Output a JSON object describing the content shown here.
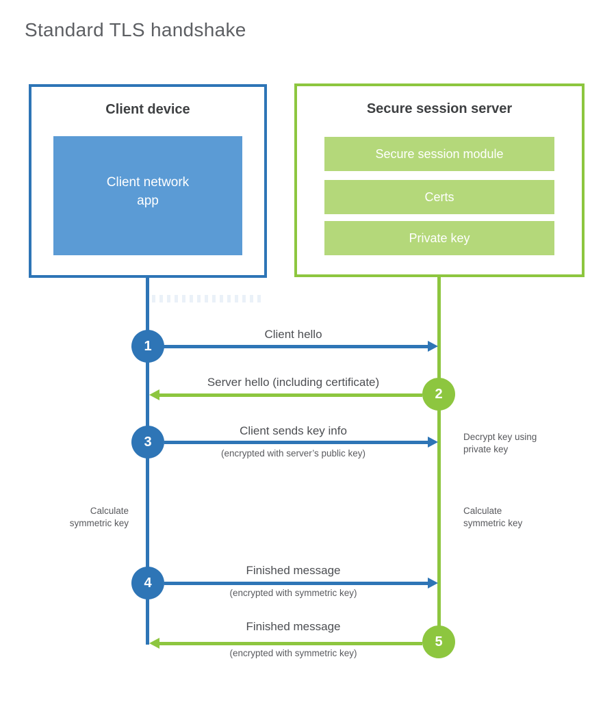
{
  "title": "Standard TLS handshake",
  "client": {
    "header": "Client device",
    "app": "Client network\napp"
  },
  "server": {
    "header": "Secure session server",
    "modules": [
      "Secure session module",
      "Certs",
      "Private key"
    ]
  },
  "messages": [
    {
      "num": "1",
      "label": "Client hello",
      "sub": "",
      "direction": "client-to-server"
    },
    {
      "num": "2",
      "label": "Server hello (including certificate)",
      "sub": "",
      "direction": "server-to-client"
    },
    {
      "num": "3",
      "label": "Client sends key info",
      "sub": "(encrypted with server’s public key)",
      "direction": "client-to-server"
    },
    {
      "num": "4",
      "label": "Finished message",
      "sub": "(encrypted with symmetric key)",
      "direction": "client-to-server"
    },
    {
      "num": "5",
      "label": "Finished message",
      "sub": "(encrypted with symmetric key)",
      "direction": "server-to-client"
    }
  ],
  "notes": {
    "decrypt": "Decrypt key using\nprivate key",
    "calc_left": "Calculate\nsymmetric key",
    "calc_right": "Calculate\nsymmetric key"
  },
  "colors": {
    "client_blue": "#2e75b6",
    "client_fill_blue": "#5b9bd5",
    "server_green": "#8dc63f",
    "server_fill_green": "#b4d87a",
    "text_dark": "#3e4042",
    "text_label": "#4c4e52"
  }
}
